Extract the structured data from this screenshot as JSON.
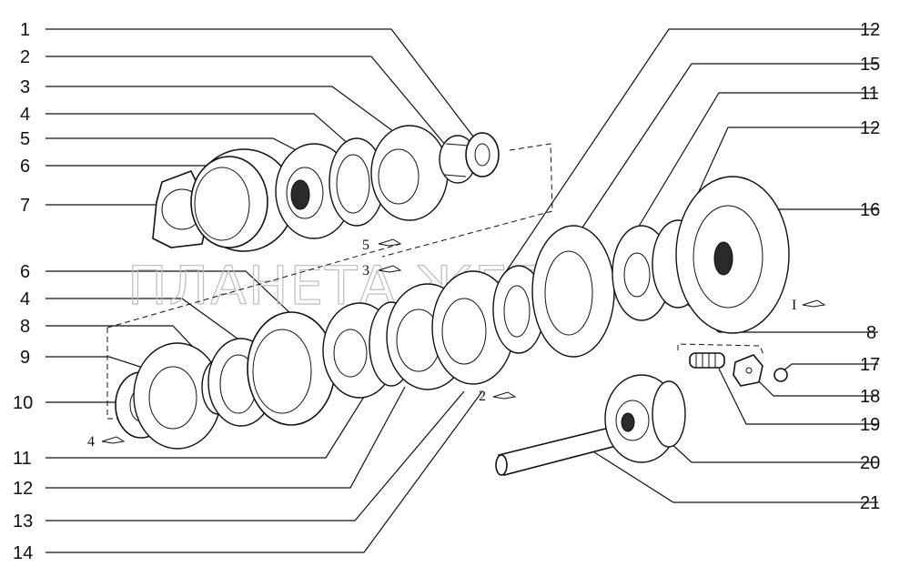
{
  "diagram": {
    "callouts_left": [
      "1",
      "2",
      "3",
      "4",
      "5",
      "6",
      "7",
      "6",
      "4",
      "8",
      "9",
      "10",
      "11",
      "12",
      "13",
      "14"
    ],
    "callouts_right": [
      "12",
      "15",
      "11",
      "12",
      "16",
      "8",
      "17",
      "18",
      "19",
      "20",
      "21"
    ],
    "group_marks": [
      "5",
      "3",
      "2",
      "4",
      "I"
    ],
    "watermark": "ПЛАНЕТА ЖЕЛЕЗЯКА"
  }
}
